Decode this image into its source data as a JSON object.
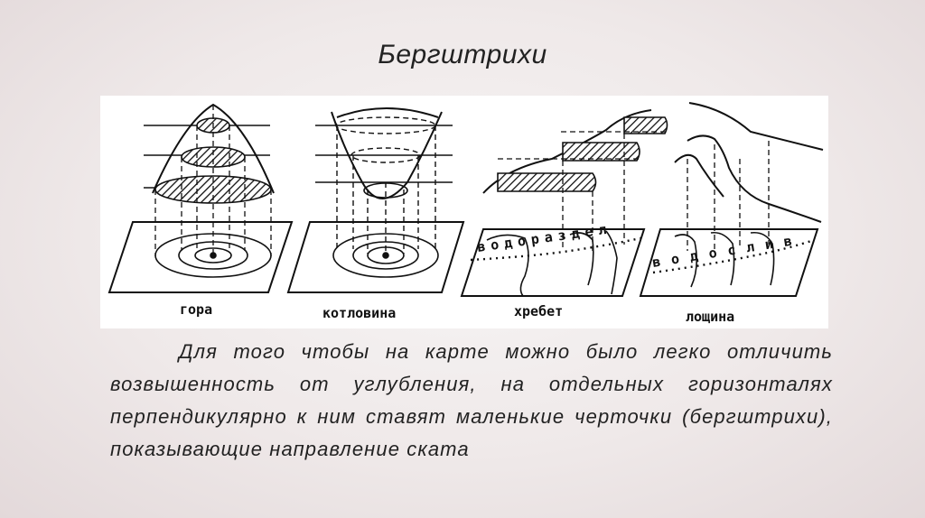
{
  "slide": {
    "title": "Бергштрихи",
    "paragraph": "Для того чтобы на карте можно было легко отличить возвышенность от углубления, на отдельных горизонталях перпендикулярно к ним ставят маленькие черточки (бергштрихи), показывающие направление ската"
  },
  "figure": {
    "labels": {
      "mountain": "гора",
      "basin": "котловина",
      "ridge": "хребет",
      "hollow": "лощина"
    },
    "ridge_line_text": "водораздел",
    "hollow_line_text": "водослив"
  }
}
